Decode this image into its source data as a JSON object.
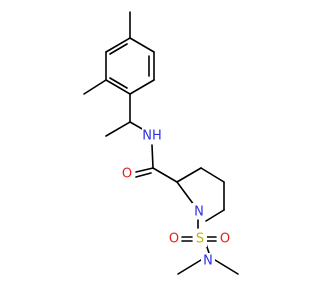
{
  "molecule": {
    "atoms": {
      "nh": {
        "text": "NH",
        "color": "#2f2fe6"
      },
      "o_carbonyl": {
        "text": "O",
        "color": "#e62020"
      },
      "n_ring": {
        "text": "N",
        "color": "#2f2fe6"
      },
      "s": {
        "text": "S",
        "color": "#c8b400"
      },
      "o_left": {
        "text": "O",
        "color": "#e62020"
      },
      "o_right": {
        "text": "O",
        "color": "#e62020"
      },
      "n_amine": {
        "text": "N",
        "color": "#2f2fe6"
      }
    }
  }
}
